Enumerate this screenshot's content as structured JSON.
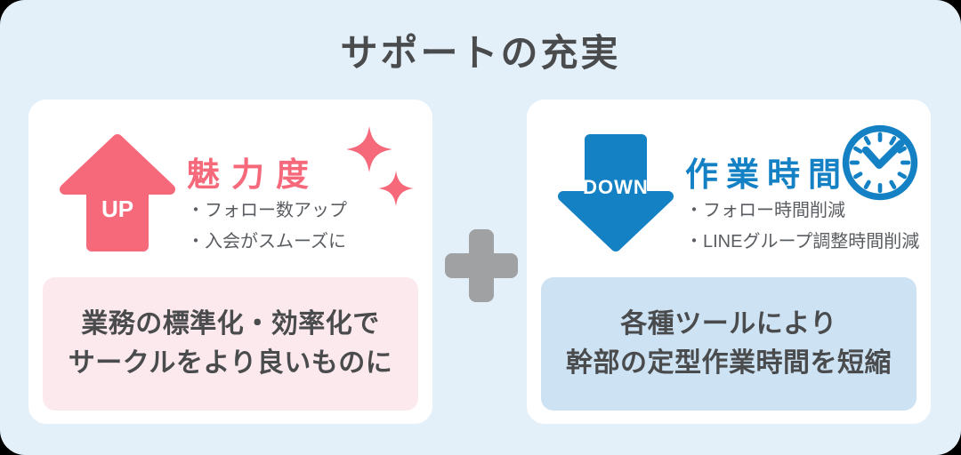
{
  "title": "サポートの充実",
  "colors": {
    "background": "#e4f0f9",
    "card_bg": "#ffffff",
    "pink": "#f5697b",
    "pink_light": "#fce9ed",
    "blue": "#1581c5",
    "blue_light": "#cde2f2",
    "plus_gray": "#a0a1a3",
    "text_dark": "#4a4b4d",
    "text_gray": "#595c60"
  },
  "left_card": {
    "arrow_label": "UP",
    "heading": "魅力度",
    "decoration_icon": "sparkles-icon",
    "bullets": [
      "・フォロー数アップ",
      "・入会がスムーズに"
    ],
    "highlight": {
      "line1": "業務の標準化・効率化で",
      "line2": "サークルをより良いものに"
    }
  },
  "connector": {
    "symbol": "plus"
  },
  "right_card": {
    "arrow_label": "DOWN",
    "heading": "作業時間",
    "decoration_icon": "clock-icon",
    "bullets": [
      "・フォロー時間削減",
      "・LINEグループ調整時間削減"
    ],
    "highlight": {
      "line1": "各種ツールにより",
      "line2": "幹部の定型作業時間を短縮"
    }
  }
}
